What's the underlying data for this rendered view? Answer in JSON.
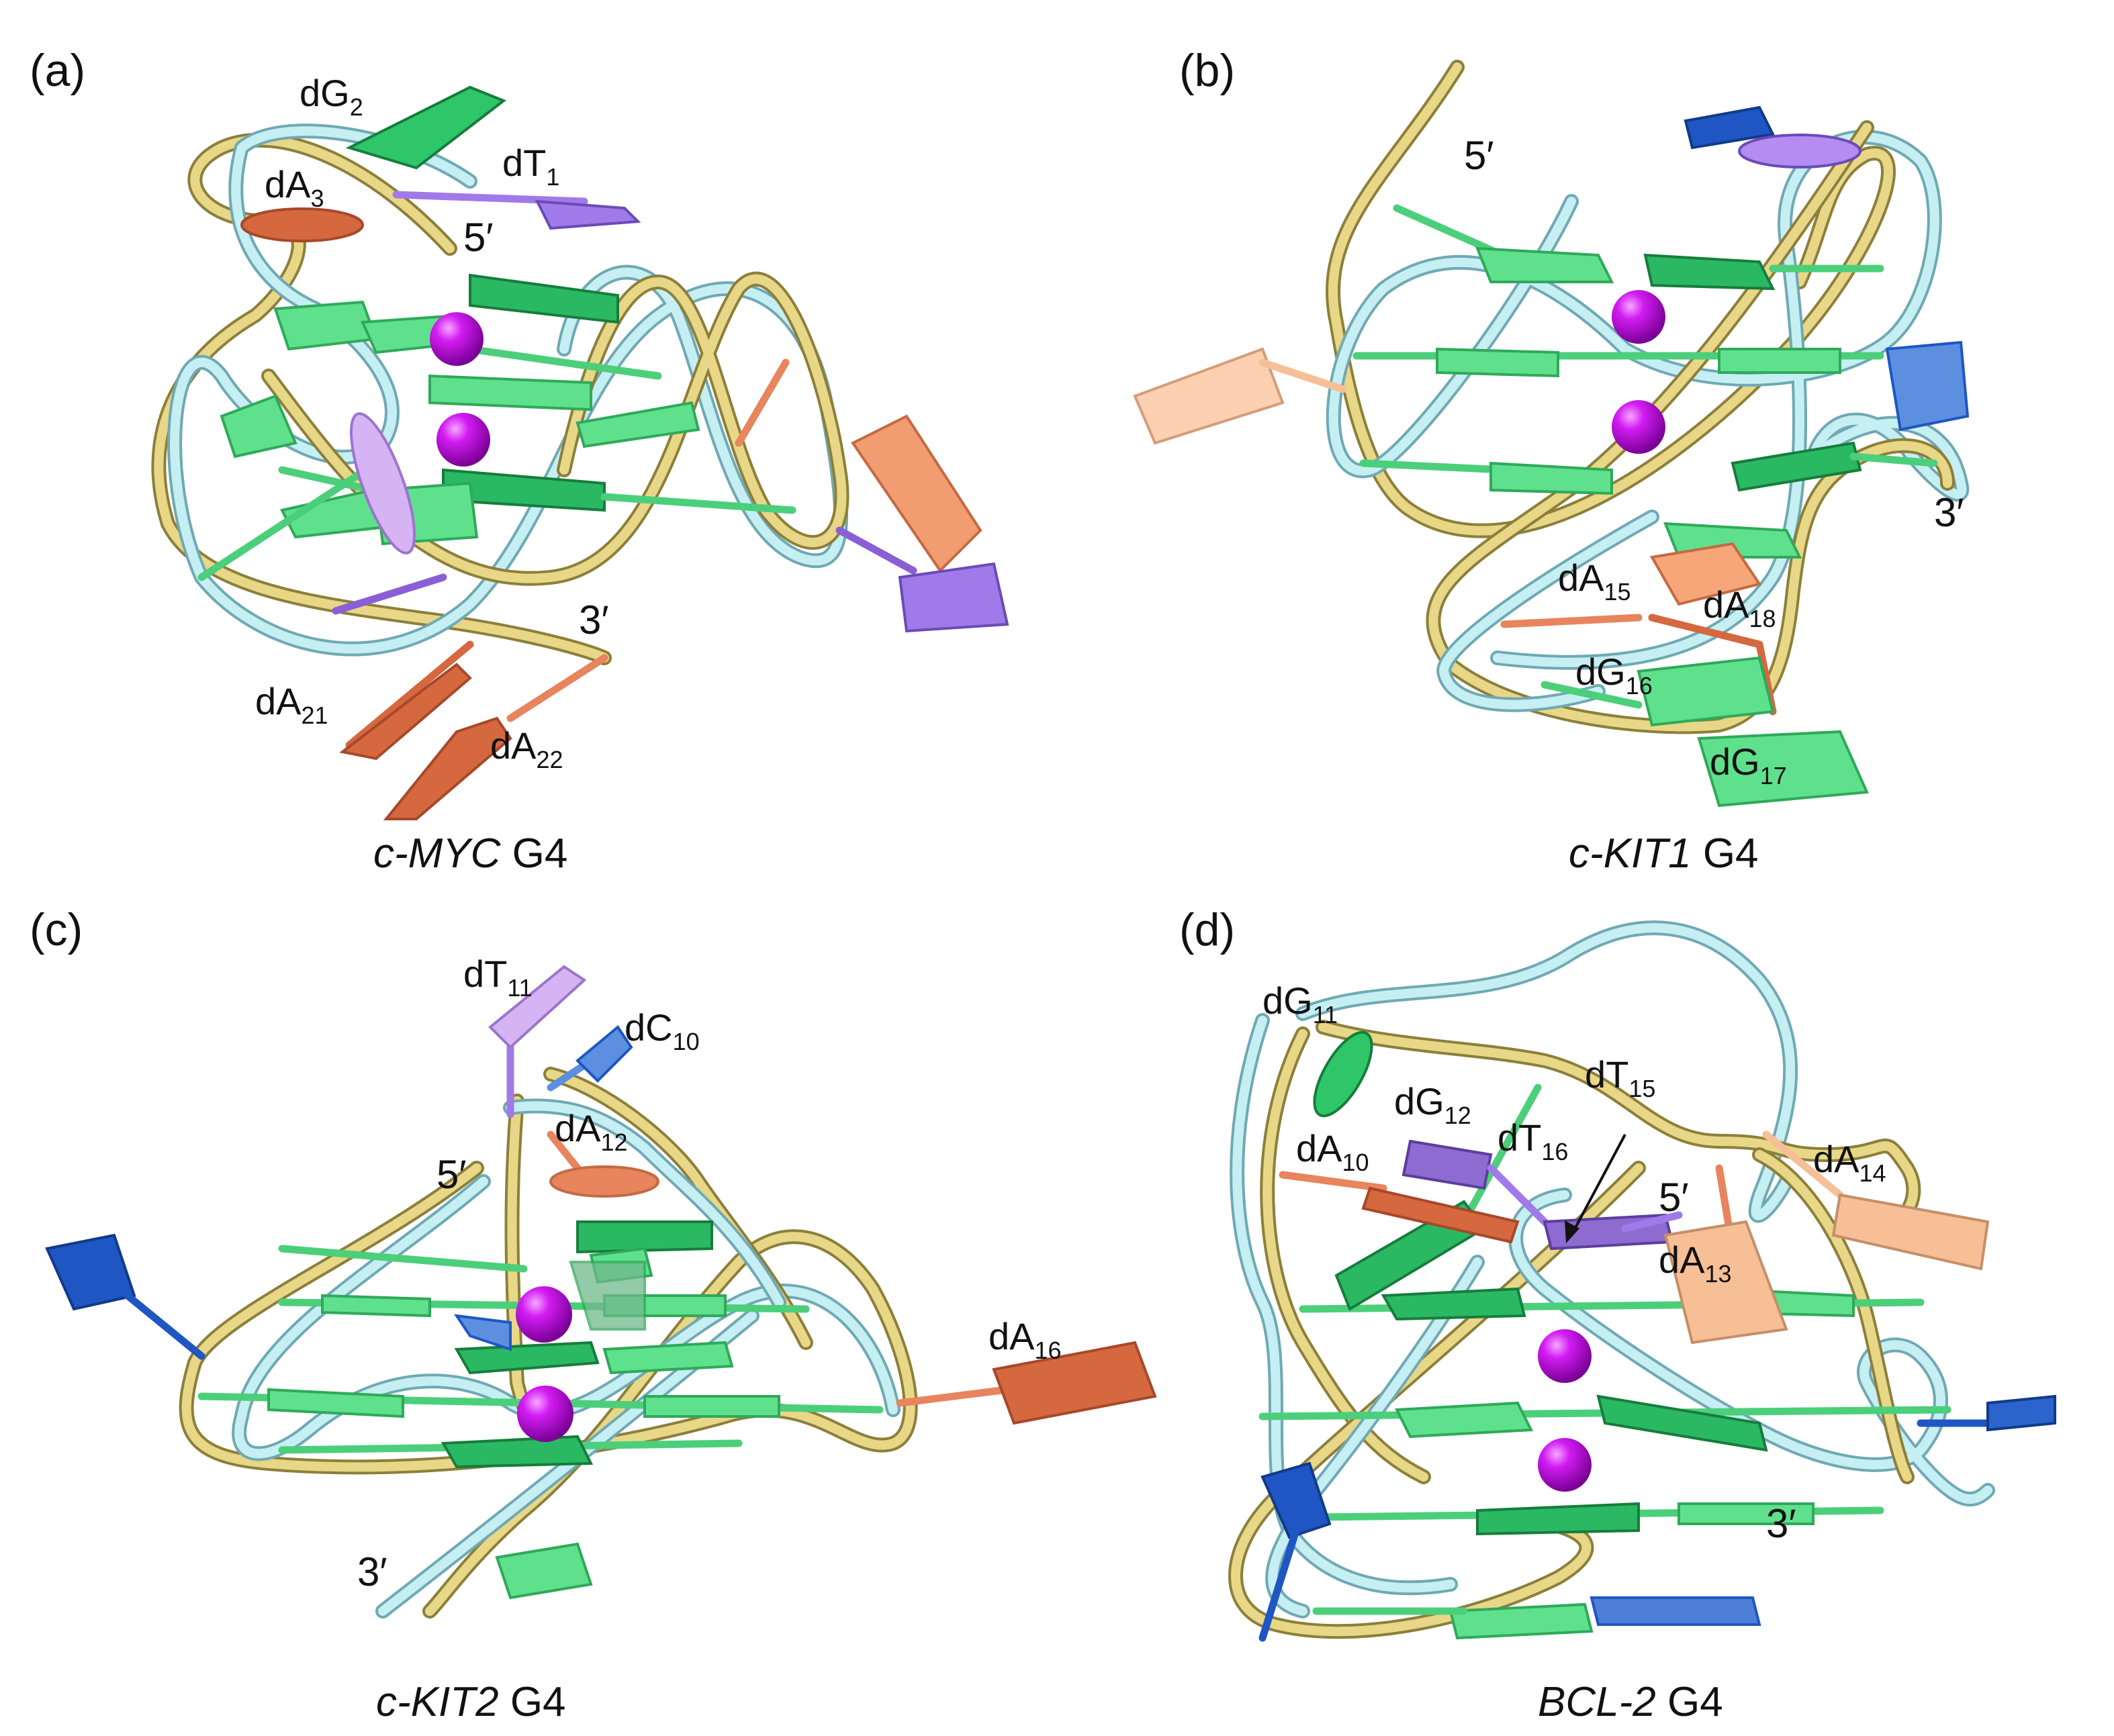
{
  "colors": {
    "guanine": "#5fe08d",
    "guanine_dark": "#1f9a4d",
    "adenine": "#e8845e",
    "adenine_light": "#f7bf95",
    "thymine": "#a07ae8",
    "thymine_light": "#d6b3f2",
    "cytosine": "#5d8fe0",
    "cytosine_dark": "#1f56c4",
    "backbone_gold": "#e8d787",
    "backbone_cyan": "#c6eff3",
    "ion": "#b800e6"
  },
  "panels": [
    {
      "id": "a",
      "label": "(a)",
      "caption_gene": "c-MYC",
      "caption_suffix": " G4",
      "residues": [
        {
          "base": "dG",
          "num": "2"
        },
        {
          "base": "dT",
          "num": "1"
        },
        {
          "base": "dA",
          "num": "3"
        },
        {
          "base": "dA",
          "num": "21"
        },
        {
          "base": "dA",
          "num": "22"
        }
      ],
      "ends": [
        "5′",
        "3′"
      ],
      "ions": 2
    },
    {
      "id": "b",
      "label": "(b)",
      "caption_gene": "c-KIT1",
      "caption_suffix": " G4",
      "residues": [
        {
          "base": "dA",
          "num": "15"
        },
        {
          "base": "dA",
          "num": "18"
        },
        {
          "base": "dG",
          "num": "16"
        },
        {
          "base": "dG",
          "num": "17"
        }
      ],
      "ends": [
        "5′",
        "3′"
      ],
      "ions": 2
    },
    {
      "id": "c",
      "label": "(c)",
      "caption_gene": "c-KIT2",
      "caption_suffix": " G4",
      "residues": [
        {
          "base": "dT",
          "num": "11"
        },
        {
          "base": "dC",
          "num": "10"
        },
        {
          "base": "dA",
          "num": "12"
        },
        {
          "base": "dA",
          "num": "16"
        }
      ],
      "ends": [
        "5′",
        "3′"
      ],
      "ions": 2
    },
    {
      "id": "d",
      "label": "(d)",
      "caption_gene": "BCL-2",
      "caption_suffix": " G4",
      "residues": [
        {
          "base": "dG",
          "num": "11"
        },
        {
          "base": "dG",
          "num": "12"
        },
        {
          "base": "dA",
          "num": "10"
        },
        {
          "base": "dT",
          "num": "15"
        },
        {
          "base": "dT",
          "num": "16"
        },
        {
          "base": "dA",
          "num": "14"
        },
        {
          "base": "dA",
          "num": "13"
        }
      ],
      "ends": [
        "5′",
        "3′"
      ],
      "ions": 2
    }
  ]
}
